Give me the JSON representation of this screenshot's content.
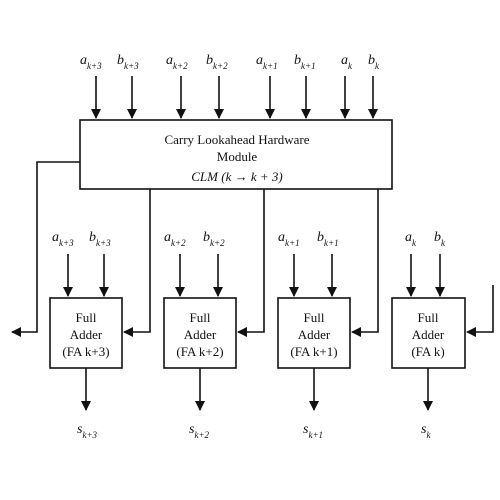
{
  "clm": {
    "line1": "Carry Lookahead Hardware",
    "line2": "Module",
    "line3": "CLM (k → k + 3)"
  },
  "top_inputs": [
    {
      "base": "a",
      "sub": "k+3"
    },
    {
      "base": "b",
      "sub": "k+3"
    },
    {
      "base": "a",
      "sub": "k+2"
    },
    {
      "base": "b",
      "sub": "k+2"
    },
    {
      "base": "a",
      "sub": "k+1"
    },
    {
      "base": "b",
      "sub": "k+1"
    },
    {
      "base": "a",
      "sub": "k"
    },
    {
      "base": "b",
      "sub": "k"
    }
  ],
  "adders": [
    {
      "line1": "Full",
      "line2": "Adder",
      "line3": "(FA k+3)",
      "in_a": {
        "base": "a",
        "sub": "k+3"
      },
      "in_b": {
        "base": "b",
        "sub": "k+3"
      },
      "out": {
        "base": "s",
        "sub": "k+3"
      }
    },
    {
      "line1": "Full",
      "line2": "Adder",
      "line3": "(FA k+2)",
      "in_a": {
        "base": "a",
        "sub": "k+2"
      },
      "in_b": {
        "base": "b",
        "sub": "k+2"
      },
      "out": {
        "base": "s",
        "sub": "k+2"
      }
    },
    {
      "line1": "Full",
      "line2": "Adder",
      "line3": "(FA k+1)",
      "in_a": {
        "base": "a",
        "sub": "k+1"
      },
      "in_b": {
        "base": "b",
        "sub": "k+1"
      },
      "out": {
        "base": "s",
        "sub": "k+1"
      }
    },
    {
      "line1": "Full",
      "line2": "Adder",
      "line3": "(FA k)",
      "in_a": {
        "base": "a",
        "sub": "k"
      },
      "in_b": {
        "base": "b",
        "sub": "k"
      },
      "out": {
        "base": "s",
        "sub": "k"
      }
    }
  ]
}
